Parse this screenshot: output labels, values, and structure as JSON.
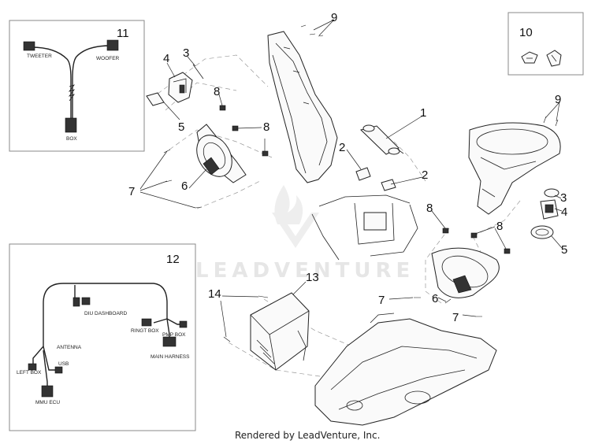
{
  "callouts": {
    "c1": "1",
    "c2a": "2",
    "c2b": "2",
    "c3a": "3",
    "c3b": "3",
    "c4a": "4",
    "c4b": "4",
    "c5a": "5",
    "c5b": "5",
    "c6a": "6",
    "c6b": "6",
    "c7a": "7",
    "c7b": "7",
    "c7c": "7",
    "c8a": "8",
    "c8b": "8",
    "c8c": "8",
    "c8d": "8",
    "c9a": "9",
    "c9b": "9",
    "c10": "10",
    "c11": "11",
    "c12": "12",
    "c13": "13",
    "c14": "14"
  },
  "inset11": {
    "tweeter": "TWEETER",
    "woofer": "WOOFER",
    "box": "BOX"
  },
  "inset12": {
    "diu_dashboard": "DIU DASHBOARD",
    "ringt_box": "RINGT BOX",
    "pmp_box": "PMP BOX",
    "main_harness": "MAIN HARNESS",
    "antenna": "ANTENNA",
    "usb": "USB",
    "left_box": "LEFT BOX",
    "mmu_ecu": "MMU ECU"
  },
  "watermark": "LEADVENTURE",
  "footer": "Rendered by LeadVenture, Inc."
}
